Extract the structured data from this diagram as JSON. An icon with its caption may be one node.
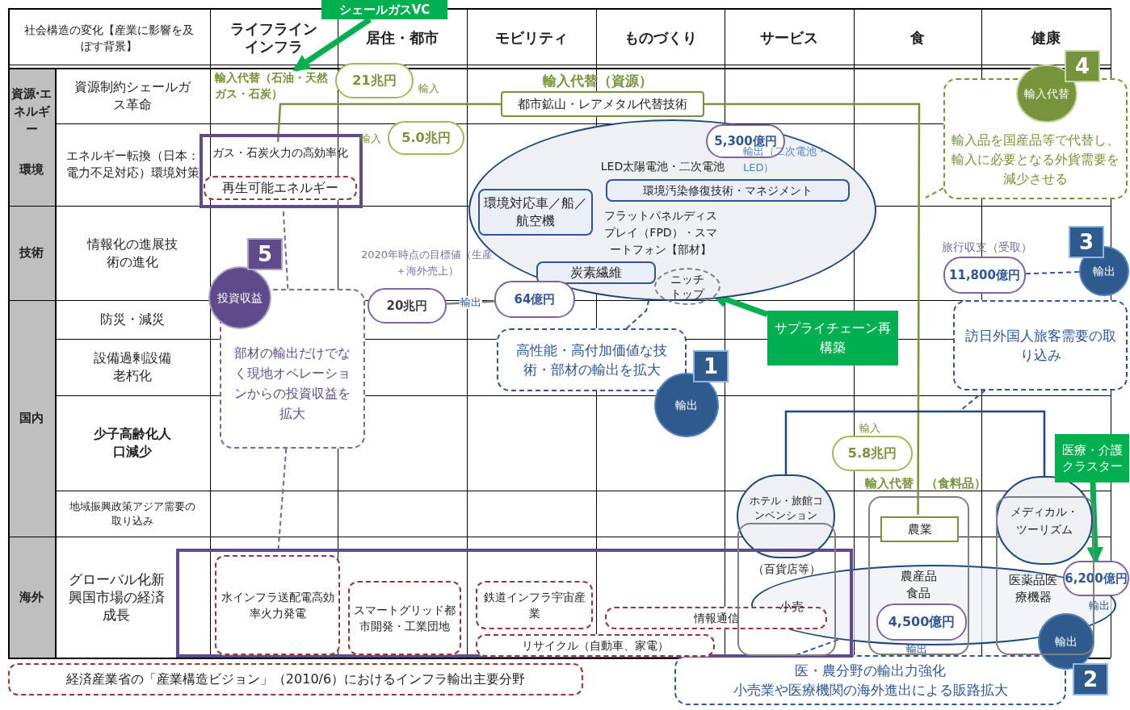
{
  "diagram": {
    "nodes": [
      {
        "text": [
          "シェールガスVC"
        ]
      },
      {
        "text": [
          "輸入代替（石油・天然ガス・石炭）"
        ]
      },
      {
        "text": [
          "21兆円"
        ],
        "beside": [
          "輸入"
        ]
      },
      {
        "text": [
          "都市鉱山・レアメタル代替技術"
        ]
      },
      {
        "text": [],
        "shape": "box"
      },
      {
        "text": [
          "ガス・石炭火力の高効率化"
        ],
        "in": 4
      },
      {
        "text": [
          "再生可能エネルギー"
        ],
        "in": 4
      },
      {
        "text": [
          "5.0兆円"
        ],
        "beside": [
          "輸入"
        ]
      },
      {
        "text": [],
        "shape": "ellipse"
      },
      {
        "text": [
          "環境対応車／船／航空機"
        ],
        "in": 8
      },
      {
        "text": [
          "環境汚染修復技術・マネジメント"
        ],
        "in": 8
      },
      {
        "text": [
          "炭素繊維"
        ],
        "in": 8
      },
      {
        "text": [
          "ニッチトップ"
        ],
        "in": 8
      },
      {
        "text": [
          "5,300億円"
        ],
        "beside": [
          "輸出（二次電池・LED）"
        ],
        "in": 8
      },
      {
        "text": [
          "20兆円"
        ]
      },
      {
        "text": [
          "64億円"
        ]
      },
      {
        "text": [
          "高性能・高付加価値な技術・部材の輸出を拡大"
        ]
      },
      {
        "text": [
          "輸出"
        ]
      },
      {
        "text": [
          "サプライチェーン再構築"
        ]
      },
      {
        "text": [
          "輸入品を国産品等で代替し、輸入に必要となる外貨需要を減少させる"
        ]
      },
      {
        "text": [
          "輸入代替"
        ]
      },
      {
        "text": [
          "11,800億円"
        ],
        "beside": [
          "旅行収支（受取）"
        ]
      },
      {
        "text": [
          "輸出"
        ]
      },
      {
        "text": [
          "訪日外国人旅客需要の取り込み"
        ]
      },
      {
        "text": [
          "部材の輸出だけでなく現地オペレーションからの投資収益を拡大"
        ]
      },
      {
        "text": [
          "投資収益"
        ]
      },
      {
        "text": [
          "ホテル・旅館コンベンション"
        ]
      },
      {
        "text": [
          "（百貨店等）"
        ]
      },
      {
        "text": [],
        "shape": "box"
      },
      {
        "text": [
          "農業"
        ],
        "in": 28
      },
      {
        "text": [],
        "shape": "box"
      },
      {
        "text": [
          "メディカル・ツーリズム"
        ]
      },
      {
        "text": [],
        "shape": "ellipse"
      },
      {
        "text": [
          "4,500億円"
        ],
        "beside": [
          "輸出"
        ]
      },
      {
        "text": [
          "6,200億円"
        ],
        "beside": [
          "輸出"
        ]
      },
      {
        "text": [
          "医療・介護クラスター"
        ]
      },
      {
        "text": [
          "5.8兆円"
        ],
        "beside": [
          "輸入"
        ]
      },
      {
        "text": [
          "医・農分野の輸出力強化",
          "小売業や医療機関の海外進出による販路拡大"
        ]
      },
      {
        "text": [
          "輸出"
        ]
      },
      {
        "text": [],
        "shape": "box"
      },
      {
        "text": [
          "水インフラ送配電高効率火力発電"
        ],
        "in": 39
      },
      {
        "text": [
          "スマートグリッド都市開発・工業団地"
        ],
        "in": 39
      },
      {
        "text": [
          "鉄道インフラ宇宙産業"
        ],
        "in": 39
      },
      {
        "text": [
          "情報通信"
        ],
        "in": 39
      },
      {
        "text": [
          "リサイクル（自動車、家電）"
        ],
        "in": 39
      },
      {
        "text": [
          "経済産業省の「産業構造ビジョン」（2010/6）におけるインフラ輸出主要分野"
        ]
      }
    ],
    "edges": [
      {
        "from": 0,
        "to": 1,
        "arrow": "to",
        "style": "thick",
        "color": "#00b050"
      },
      {
        "from": 3,
        "to": 5,
        "arrow": "none",
        "color": "#77933c"
      },
      {
        "from": 3,
        "to": 29,
        "arrow": "none",
        "color": "#77933c"
      },
      {
        "from": 14,
        "to": 15,
        "arrow": "none",
        "label": "輸出"
      },
      {
        "from": 18,
        "to": 12,
        "arrow": "to",
        "style": "thick",
        "color": "#00b050"
      },
      {
        "from": 35,
        "to": 34,
        "arrow": "to",
        "style": "thick",
        "color": "#00b050"
      },
      {
        "from": 21,
        "to": 22,
        "arrow": "none",
        "style": "dashed",
        "color": "#2f5597"
      },
      {
        "from": 26,
        "to": 31,
        "arrow": "none",
        "color": "#1f497d"
      },
      {
        "from": 16,
        "to": 8,
        "arrow": "none",
        "style": "dashed",
        "color": "#2f5597"
      },
      {
        "from": 19,
        "to": null,
        "arrow": "none",
        "style": "dashed",
        "color": "#77933c"
      },
      {
        "from": 23,
        "to": null,
        "arrow": "none",
        "style": "dashed",
        "color": "#2f5597"
      },
      {
        "from": 37,
        "to": 32,
        "arrow": "none",
        "style": "dashed",
        "color": "#2f5597"
      },
      {
        "from": 24,
        "to": 4,
        "arrow": "none",
        "style": "dashed",
        "color": "#8064a2"
      },
      {
        "from": 24,
        "to": 40,
        "arrow": "none",
        "style": "dashed",
        "color": "#8064a2"
      }
    ],
    "labels": [
      "社会構造の変化【産業に影響を及ぼす背景】",
      "ライフラインインフラ",
      "居住・都市",
      "モビリティ",
      "ものづくり",
      "サービス",
      "食",
      "健康",
      "資源·エネルギー",
      "資源制約シェールガス革命",
      "輸入代替（資源）",
      "4",
      "エネルギー転換（日本：電力不足対応）環境対策",
      "環境",
      "LED太陽電池・二次電池",
      "技術",
      "情報化の進展技術の進化",
      "フラットパネルディスプレイ（FPD）・スマートフォン【部材】",
      "2020年時点の目標値（生産＋海外売上）",
      "5",
      "3",
      "国内",
      "防災・減災",
      "1",
      "設備過剰設備老朽化",
      "少子高齢化人口減少",
      "輸入代替",
      "（食料品）",
      "地域振興政策アジア需要の取り込み",
      "海外",
      "グローバル化新興国市場の経済成長",
      "小売",
      "農産品食品",
      "医薬品医療機器",
      "2"
    ]
  }
}
